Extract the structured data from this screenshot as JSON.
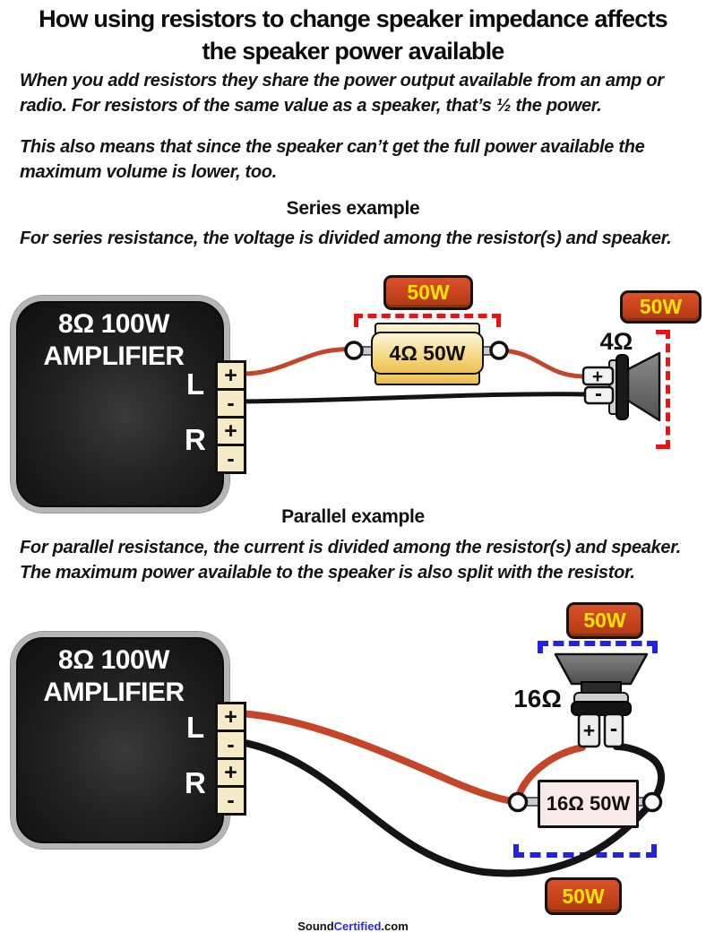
{
  "title": {
    "line1": "How using resistors to change speaker impedance affects",
    "line2": "the speaker power available"
  },
  "intro": {
    "p1": "When you add resistors they share the power output available from an amp or radio. For resistors of the same value as a speaker, that’s ½ the power.",
    "p2": "This also means that since the speaker can’t get the full power available the maximum volume is lower, too."
  },
  "series": {
    "heading": "Series example",
    "desc_pre": "For series resistance, the ",
    "desc_bold": "voltage",
    "desc_post": " is divided among the resistor(s) and speaker.",
    "amp": {
      "line1": "8Ω 100W",
      "line2": "AMPLIFIER",
      "left_channel": "L",
      "right_channel": "R",
      "terminals": [
        "+",
        "-",
        "+",
        "-"
      ]
    },
    "resistor": {
      "label": "4Ω 50W",
      "power_badge": "50W"
    },
    "speaker": {
      "impedance": "4Ω",
      "power_badge": "50W",
      "pos": "+",
      "neg": "-"
    }
  },
  "parallel": {
    "heading": "Parallel example",
    "desc_pre": "For parallel resistance, the ",
    "desc_bold": "current",
    "desc_post": " is divided among the resistor(s) and speaker. The maximum power available to the speaker is also split with the resistor.",
    "amp": {
      "line1": "8Ω 100W",
      "line2": "AMPLIFIER",
      "left_channel": "L",
      "right_channel": "R",
      "terminals": [
        "+",
        "-",
        "+",
        "-"
      ]
    },
    "resistor": {
      "label": "16Ω 50W",
      "power_badge": "50W"
    },
    "speaker": {
      "impedance": "16Ω",
      "power_badge": "50W",
      "pos": "+",
      "neg": "-"
    }
  },
  "footer": {
    "brand_black": "Sound",
    "brand_blue": "Certified",
    "suffix": ".com"
  },
  "colors": {
    "wire_red": "#c44527",
    "wire_black": "#141414",
    "dashed_red": "#ee1111",
    "dashed_blue": "#2121e8",
    "badge_bg": "#c9431d",
    "badge_text": "#ffe400",
    "terminal_bg": "#f4eac6",
    "amp_border": "#b5b5b5",
    "resistor_pink": "#f8eae8",
    "footer_blue": "#2a2ae8"
  }
}
